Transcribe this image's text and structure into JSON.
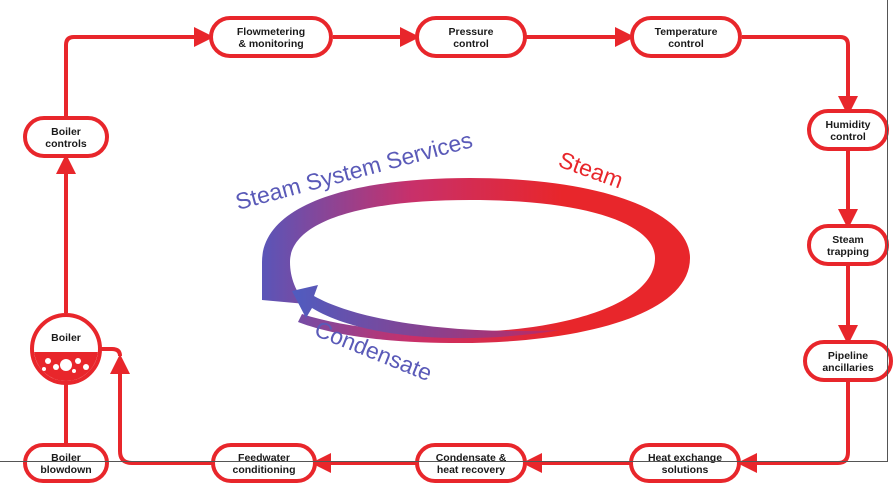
{
  "colors": {
    "flow": "#e8262b",
    "steam": "#e8262b",
    "condensate": "#5a5ab8",
    "text": "#1a1a1a"
  },
  "center": {
    "title": "Steam System Services",
    "steam": "Steam",
    "condensate": "Condensate"
  },
  "nodes": {
    "flowmetering": [
      "Flowmetering",
      "& monitoring"
    ],
    "pressure": [
      "Pressure",
      "control"
    ],
    "temperature": [
      "Temperature",
      "control"
    ],
    "humidity": [
      "Humidity",
      "control"
    ],
    "trapping": [
      "Steam",
      "trapping"
    ],
    "pipeline": [
      "Pipeline",
      "ancillaries"
    ],
    "heat_exchange": [
      "Heat exchange",
      "solutions"
    ],
    "condensate_recovery": [
      "Condensate &",
      "heat recovery"
    ],
    "feedwater": [
      "Feedwater",
      "conditioning"
    ],
    "boiler_blowdown": [
      "Boiler",
      "blowdown"
    ],
    "boiler": [
      "Boiler"
    ],
    "boiler_controls": [
      "Boiler",
      "controls"
    ]
  }
}
